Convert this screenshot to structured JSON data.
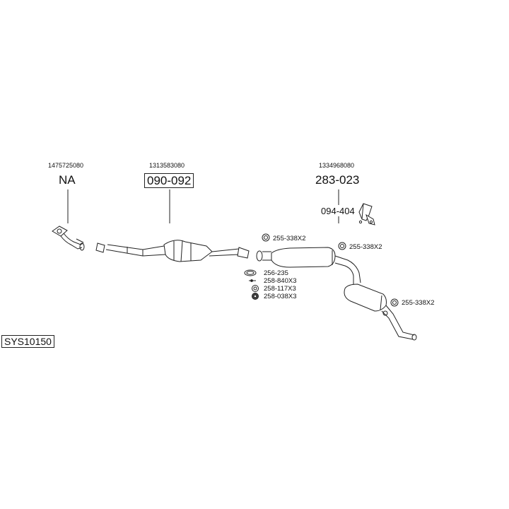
{
  "system_code": "SYS10150",
  "parts": {
    "front_pipe": {
      "oem": "1475725080",
      "code": "NA"
    },
    "catalyst": {
      "oem": "1313583080",
      "code": "090-092"
    },
    "middle_rear": {
      "oem": "1334968080",
      "code": "283-023"
    },
    "mount_bracket": {
      "code": "094-404"
    }
  },
  "fittings": {
    "clamp_mid": "255-338X2",
    "clamp_right": "255-338X2",
    "clamp_rear": "255-338X2",
    "gasket_ring": "256-235",
    "bolt": "258-840X3",
    "spring": "258-117X3",
    "nut": "258-038X3"
  }
}
